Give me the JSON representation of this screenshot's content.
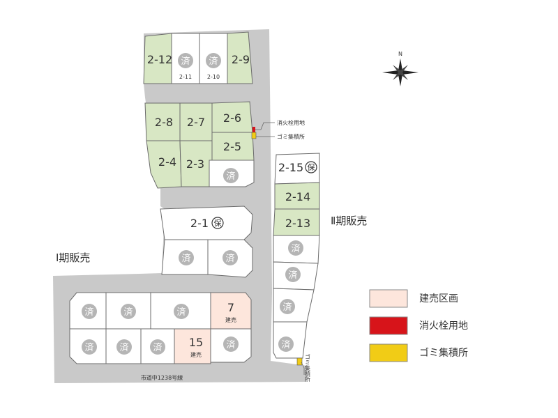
{
  "colors": {
    "road": "#c9c9c9",
    "sold_lot": "#d8e7c4",
    "lot_border": "#6b6b6b",
    "sold_badge": "#b5b5b5",
    "house_lot": "#fde6dc",
    "hydrant": "#d7141a",
    "garbage": "#f1cc16"
  },
  "sold_badge_text": "済",
  "reserved_mark": "保",
  "house_sub": "建売",
  "phase1_label": "Ⅰ期販売",
  "phase2_label": "Ⅱ期販売",
  "road_label": "市道中1238号線",
  "hydrant_callout": "消火栓用地",
  "garbage_callout": "ゴミ集積所",
  "garbage_callout_vertical": "ゴミ集積所",
  "compass_letter": "N",
  "legend": [
    {
      "label": "建売区画",
      "color": "#fde6dc"
    },
    {
      "label": "消火栓用地",
      "color": "#d7141a"
    },
    {
      "label": "ゴミ集積所",
      "color": "#f1cc16"
    }
  ],
  "lots": {
    "l2_12": "2-12",
    "l2_11": "2-11",
    "l2_10": "2-10",
    "l2_9": "2-9",
    "l2_8": "2-8",
    "l2_7": "2-7",
    "l2_6": "2-6",
    "l2_5": "2-5",
    "l2_4": "2-4",
    "l2_3": "2-3",
    "l2_1": "2-1",
    "l2_15": "2-15",
    "l2_14": "2-14",
    "l2_13": "2-13",
    "l7": "7",
    "l15": "15"
  }
}
